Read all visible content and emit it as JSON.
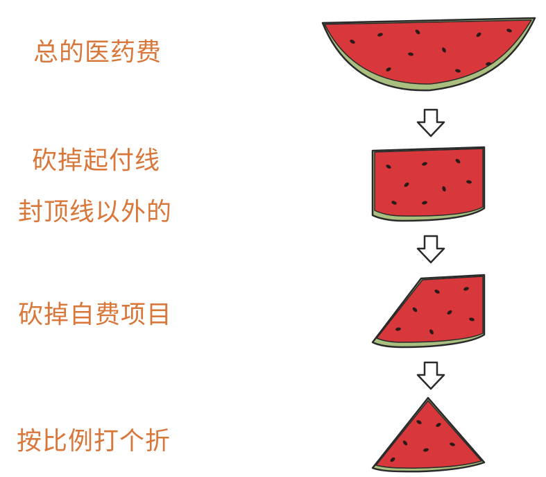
{
  "labels": [
    "总的医药费",
    "砍掉起付线",
    "封顶线以外的",
    "砍掉自费项目",
    "按比例打个折"
  ],
  "colors": {
    "label_text": "#D9773A",
    "flesh": "#D8383B",
    "rind": "#A8BF7F",
    "outline": "#2A2A2A",
    "seed": "#2A1A1A",
    "arrow_fill": "#FFFFFF"
  },
  "icons": {
    "slice": "watermelon-slice-icon",
    "arrow": "down-arrow-icon"
  }
}
